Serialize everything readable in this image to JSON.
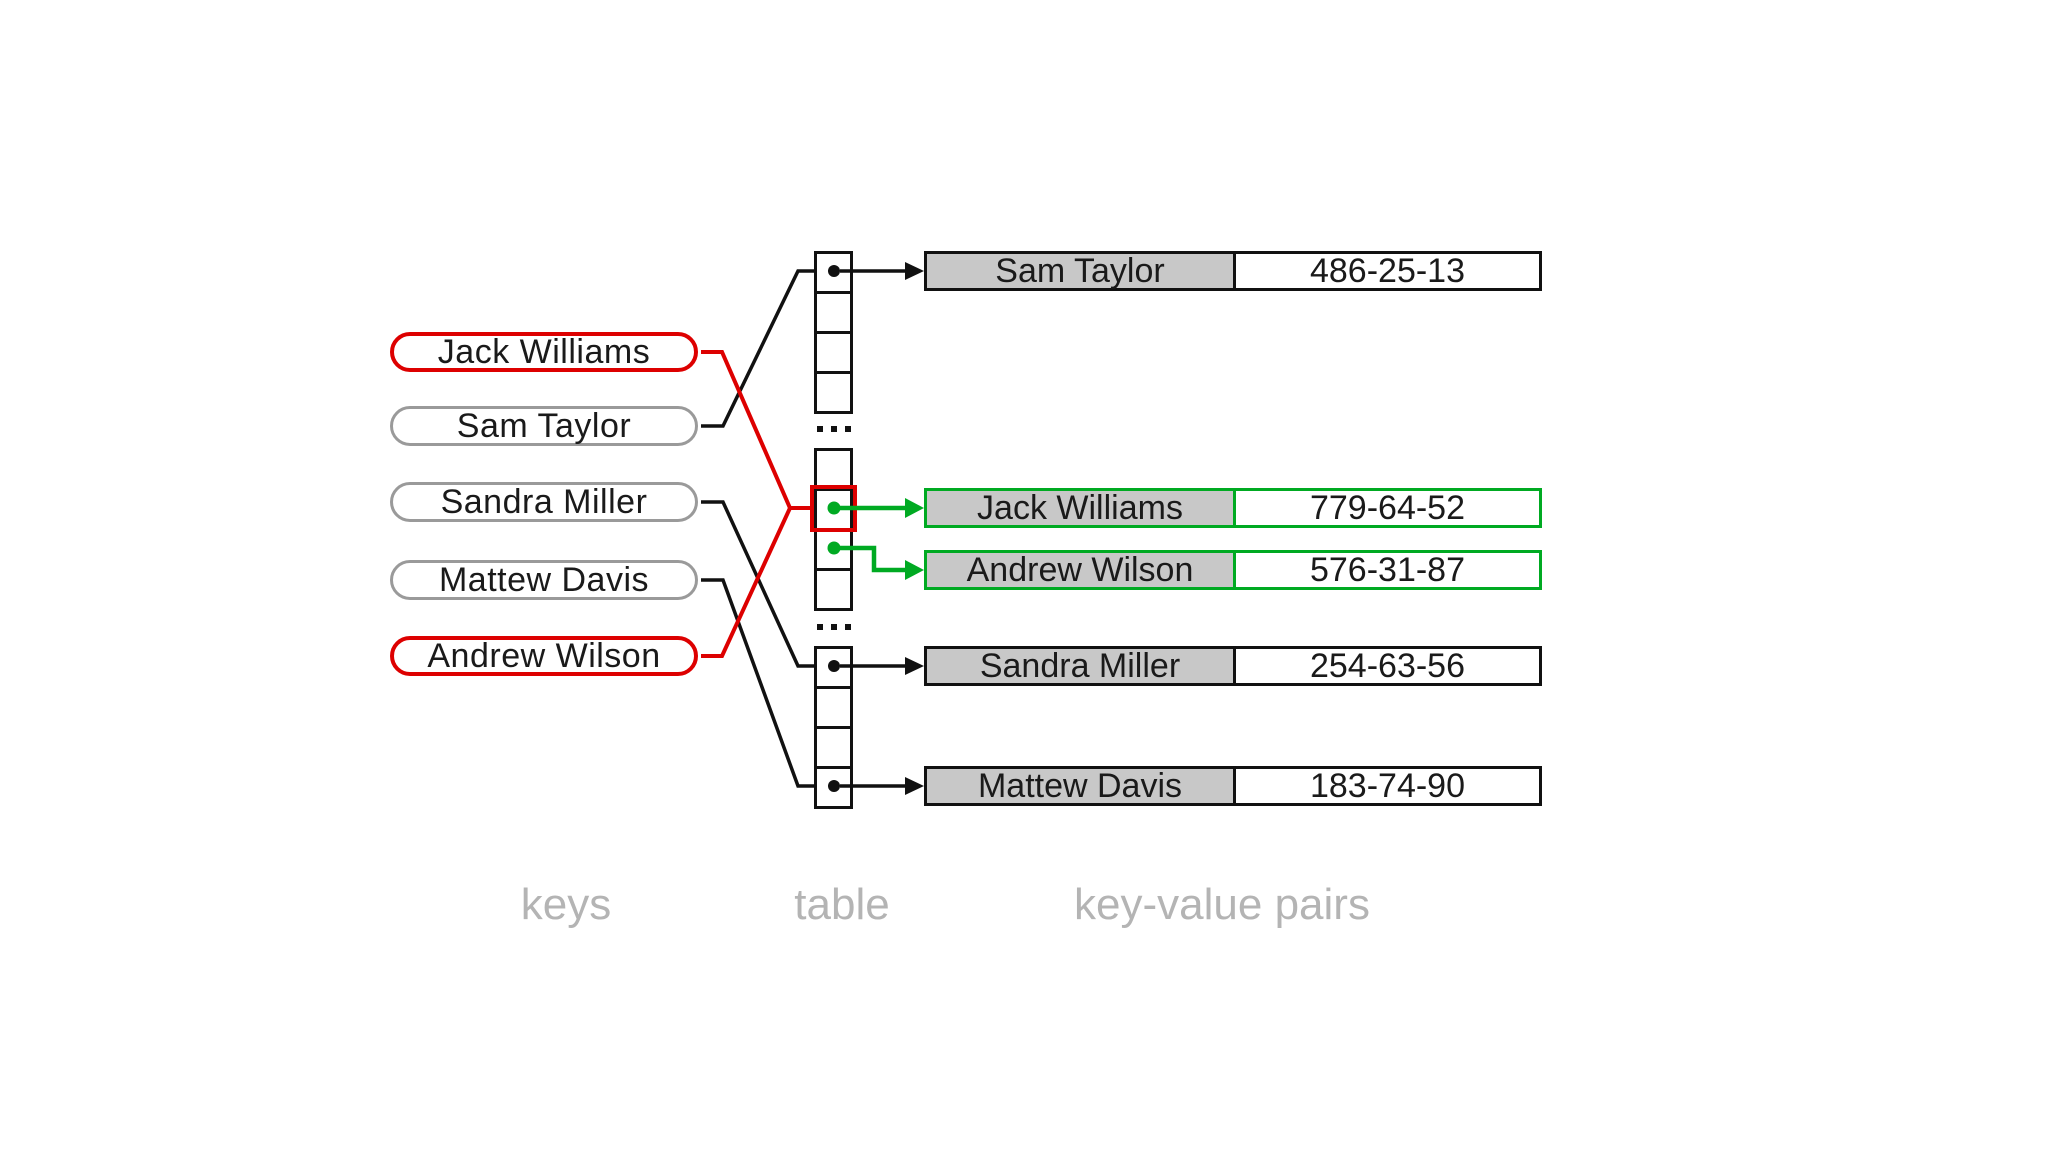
{
  "diagram": {
    "keys": [
      {
        "label": "Jack Williams",
        "highlight": "red"
      },
      {
        "label": "Sam Taylor",
        "highlight": "none"
      },
      {
        "label": "Sandra Miller",
        "highlight": "none"
      },
      {
        "label": "Mattew Davis",
        "highlight": "none"
      },
      {
        "label": "Andrew Wilson",
        "highlight": "red"
      }
    ],
    "pairs": [
      {
        "key": "Sam Taylor",
        "value": "486-25-13",
        "highlight": "none"
      },
      {
        "key": "Jack Williams",
        "value": "779-64-52",
        "highlight": "green"
      },
      {
        "key": "Andrew Wilson",
        "value": "576-31-87",
        "highlight": "green"
      },
      {
        "key": "Sandra Miller",
        "value": "254-63-56",
        "highlight": "none"
      },
      {
        "key": "Mattew Davis",
        "value": "183-74-90",
        "highlight": "none"
      }
    ],
    "captions": {
      "keys": "keys",
      "table": "table",
      "pairs": "key-value pairs"
    },
    "colors": {
      "collision_red": "#dd0000",
      "chain_green": "#00aa22",
      "key_cell_fill": "#c8c8c8",
      "caption_gray": "#b4b4b4",
      "line_black": "#111111",
      "pill_border_gray": "#9a9a9a"
    }
  }
}
